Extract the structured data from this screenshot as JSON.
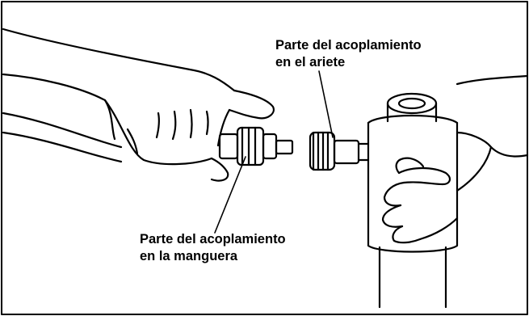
{
  "figure": {
    "callouts": {
      "ram_coupler": {
        "line1": "Parte del acoplamiento",
        "line2": "en el ariete"
      },
      "hose_coupler": {
        "line1": "Parte del acoplamiento",
        "line2": "en la manguera"
      }
    },
    "colors": {
      "ink": "#000000",
      "paper": "#ffffff"
    }
  }
}
